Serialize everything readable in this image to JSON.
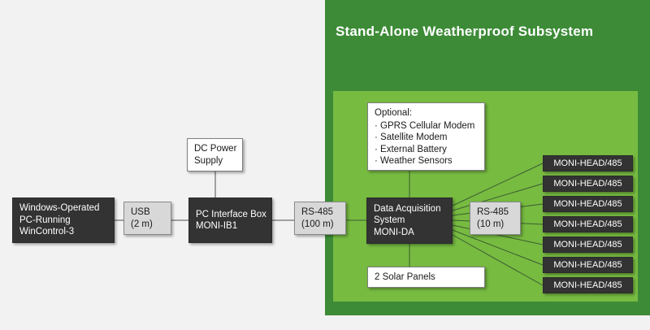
{
  "diagram": {
    "title": "Stand-Alone Weatherproof Subsystem",
    "background_color": "#f2f2f2",
    "panel_dark_color": "#3d8b37",
    "panel_light_color": "#77bb41",
    "box_dark_color": "#333333",
    "box_grey_color": "#d8d8d8",
    "box_white_color": "#ffffff"
  },
  "nodes": {
    "pc": {
      "line1": "Windows-Operated",
      "line2": "PC-Running",
      "line3": "WinControl-3"
    },
    "usb": {
      "line1": "USB",
      "line2": "(2 m)"
    },
    "interface_box": {
      "line1": "PC Interface Box",
      "line2": "MONI-IB1"
    },
    "dc_power": {
      "line1": "DC Power",
      "line2": "Supply"
    },
    "rs485_100m": {
      "line1": "RS-485",
      "line2": "(100 m)"
    },
    "optional": {
      "heading": "Optional:",
      "items": [
        "GPRS Cellular Modem",
        "Satellite Modem",
        "External Battery",
        "Weather Sensors"
      ]
    },
    "daq": {
      "line1": "Data Acquisition",
      "line2": "System",
      "line3": "MONI-DA"
    },
    "rs485_10m": {
      "line1": "RS-485",
      "line2": "(10 m)"
    },
    "solar": {
      "label": "2 Solar Panels"
    },
    "moni_heads": [
      {
        "label": "MONI-HEAD/485"
      },
      {
        "label": "MONI-HEAD/485"
      },
      {
        "label": "MONI-HEAD/485"
      },
      {
        "label": "MONI-HEAD/485"
      },
      {
        "label": "MONI-HEAD/485"
      },
      {
        "label": "MONI-HEAD/485"
      },
      {
        "label": "MONI-HEAD/485"
      }
    ]
  }
}
